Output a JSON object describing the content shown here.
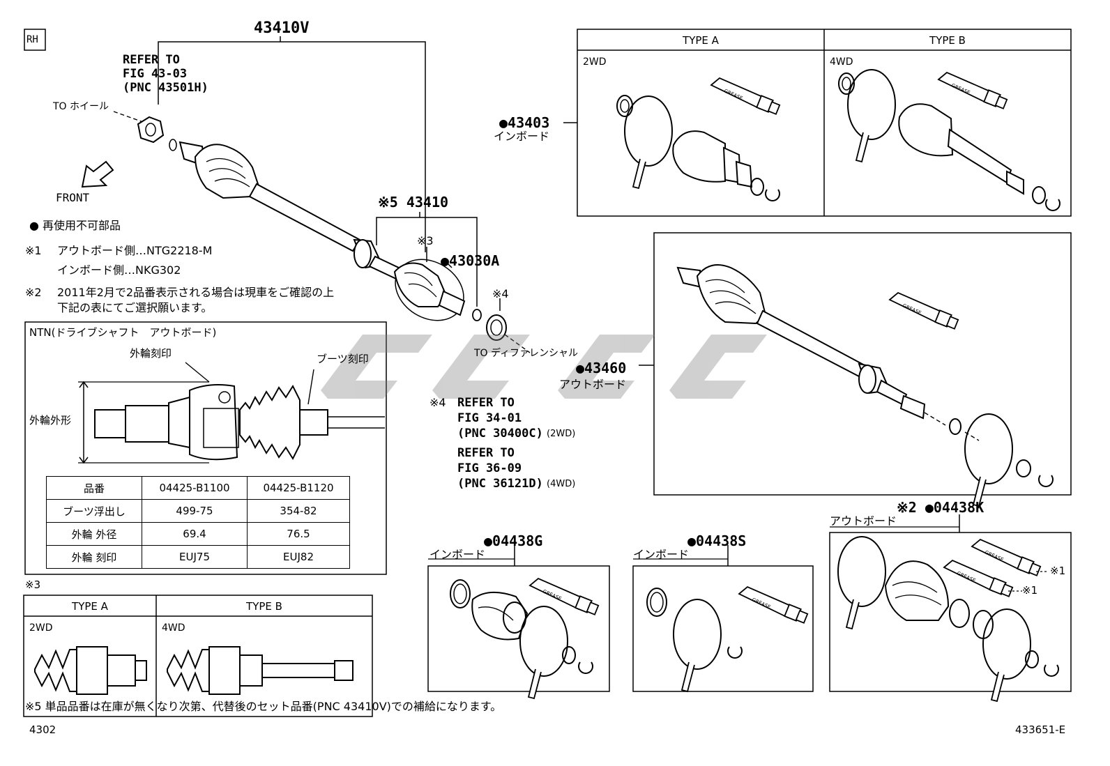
{
  "diagram": {
    "rh_tag": "RH",
    "assembly_part": "43410V",
    "refer_top": [
      "REFER TO",
      "FIG 43-03",
      "(PNC 43501H)"
    ],
    "to_wheel": "TO ホイール",
    "front": "FRONT",
    "non_reusable_legend": "● 再使用不可部品",
    "note1_mark": "※1",
    "note1_line1": "アウトボード側…NTG2218-M",
    "note1_line2": "インボード側…NKG302",
    "note2_mark": "※2",
    "note2_line1": "2011年2月で2品番表示される場合は現車をご確認の上",
    "note2_line2": "下記の表にてご選択願います。",
    "shaft_part": "※5 43410",
    "mark3": "※3",
    "boot_kit_inner": "●43030A",
    "mark4": "※4",
    "to_diff": "TO ディファレンシャル",
    "refer4_mark": "※4",
    "refer4_lines": [
      "REFER TO",
      "FIG 34-01",
      "(PNC 30400C)",
      "REFER TO",
      "FIG 36-09",
      "(PNC 36121D)"
    ],
    "refer4_suffix_2wd": "(2WD)",
    "refer4_suffix_4wd": "(4WD)",
    "inboard_joint_part": "●43403",
    "inboard_joint_label": "インボード",
    "outboard_joint_part": "●43460",
    "outboard_joint_label": "アウトボード",
    "type_table_top": {
      "type_a": "TYPE A",
      "type_b": "TYPE B",
      "wd_a": "2WD",
      "wd_b": "4WD"
    },
    "ntn_title": "NTN(ドライブシャフト　アウトボード)",
    "outer_ring_mark_label": "外輪刻印",
    "boot_mark_label": "ブーツ刻印",
    "outer_ring_od_label": "外輪外形",
    "spec_table": {
      "header": [
        "品番",
        "04425-B1100",
        "04425-B1120"
      ],
      "rows": [
        [
          "ブーツ浮出し",
          "499-75",
          "354-82"
        ],
        [
          "外輪 外径",
          "69.4",
          "76.5"
        ],
        [
          "外輪 刻印",
          "EUJ75",
          "EUJ82"
        ]
      ]
    },
    "mark3_bottom": "※3",
    "type_table_bottom": {
      "type_a": "TYPE A",
      "type_b": "TYPE B",
      "wd_a": "2WD",
      "wd_b": "4WD"
    },
    "kit_g_part": "●04438G",
    "kit_g_label": "インボード",
    "kit_s_part": "●04438S",
    "kit_s_label": "インボード",
    "kit_k_part": "※2 ●04438K",
    "kit_k_label": "アウトボード",
    "kit_k_note_a": "※1",
    "kit_k_note_b": "※1",
    "grease_text": "GREASE",
    "note5": "※5 単品品番は在庫が無くなり次第、代替後のセット品番(PNC 43410V)での補給になります。",
    "page_code": "4302",
    "fig_code": "433651-E"
  }
}
